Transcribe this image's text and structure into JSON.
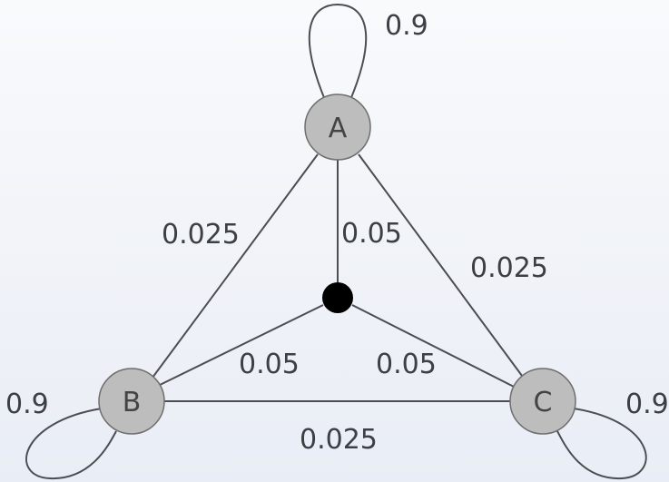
{
  "nodes": {
    "a": {
      "label": "A"
    },
    "b": {
      "label": "B"
    },
    "c": {
      "label": "C"
    }
  },
  "edges": {
    "a_self": "0.9",
    "b_self": "0.9",
    "c_self": "0.9",
    "a_b": "0.025",
    "a_c": "0.025",
    "b_c": "0.025",
    "a_hub": "0.05",
    "b_hub": "0.05",
    "c_hub": "0.05"
  },
  "colors": {
    "node_fill": "#bdbdbd",
    "edge": "#4a4d52",
    "hub": "#000000"
  }
}
